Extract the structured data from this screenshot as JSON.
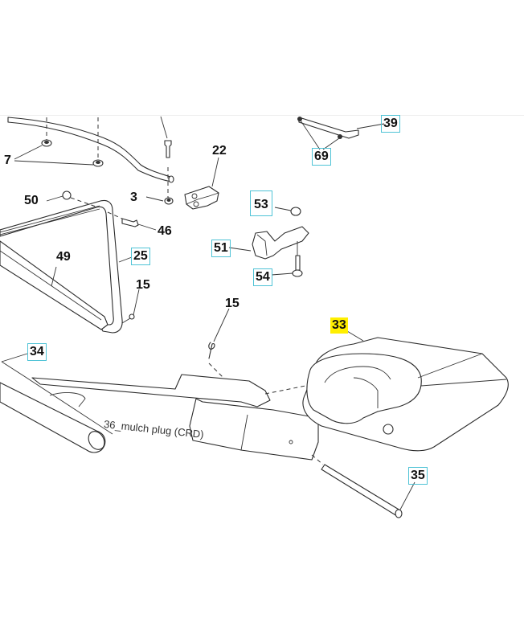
{
  "diagram": {
    "type": "exploded parts diagram",
    "accent_colors": {
      "callout_box_border": "#4fc3d6",
      "highlight_fill": "#ffef00",
      "line": "#2b2b2b"
    },
    "callouts": [
      {
        "id": "7",
        "label": "7",
        "style": "plain"
      },
      {
        "id": "3",
        "label": "3",
        "style": "plain"
      },
      {
        "id": "22",
        "label": "22",
        "style": "plain"
      },
      {
        "id": "39",
        "label": "39",
        "style": "boxed"
      },
      {
        "id": "69",
        "label": "69",
        "style": "boxed"
      },
      {
        "id": "50",
        "label": "50",
        "style": "plain"
      },
      {
        "id": "46",
        "label": "46",
        "style": "plain"
      },
      {
        "id": "53",
        "label": "53",
        "style": "boxed"
      },
      {
        "id": "51",
        "label": "51",
        "style": "boxed"
      },
      {
        "id": "54",
        "label": "54",
        "style": "boxed"
      },
      {
        "id": "49",
        "label": "49",
        "style": "plain"
      },
      {
        "id": "25",
        "label": "25",
        "style": "boxed"
      },
      {
        "id": "15a",
        "label": "15",
        "style": "plain"
      },
      {
        "id": "15b",
        "label": "15",
        "style": "plain"
      },
      {
        "id": "33",
        "label": "33",
        "style": "highlighted"
      },
      {
        "id": "34",
        "label": "34",
        "style": "boxed"
      },
      {
        "id": "35",
        "label": "35",
        "style": "boxed"
      }
    ],
    "annotation": "36_mulch plug (CRD)"
  }
}
